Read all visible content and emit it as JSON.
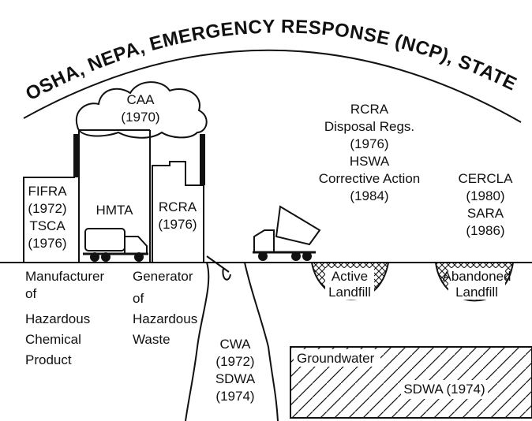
{
  "arc_title": "OSHA, NEPA, EMERGENCY RESPONSE (NCP), STATE PROGRAMS",
  "caa": {
    "line1": "CAA",
    "line2": "(1970)"
  },
  "fifra": {
    "line1": "FIFRA",
    "line2": "(1972)",
    "line3": "TSCA",
    "line4": "(1976)"
  },
  "hmta": "HMTA",
  "rcra_generator": {
    "line1": "RCRA",
    "line2": "(1976)"
  },
  "rcra_disposal": {
    "line1": "RCRA",
    "line2": "Disposal Regs.",
    "line3": "(1976)",
    "line4": "HSWA",
    "line5": "Corrective Action",
    "line6": "(1984)"
  },
  "cercla": {
    "line1": "CERCLA",
    "line2": "(1980)",
    "line3": "SARA",
    "line4": "(1986)"
  },
  "manufacturer": {
    "line1": "Manufacturer",
    "line2": "of",
    "line3": "Hazardous",
    "line4": "Chemical",
    "line5": "Product"
  },
  "generator": {
    "line1": "Generator",
    "line2": "of",
    "line3": "Hazardous",
    "line4": "Waste"
  },
  "active_landfill": {
    "line1": "Active",
    "line2": "Landfill"
  },
  "abandoned_landfill": {
    "line1": "Abandoned",
    "line2": "Landfill"
  },
  "cwa": {
    "line1": "CWA",
    "line2": "(1972)",
    "line3": "SDWA",
    "line4": "(1974)"
  },
  "groundwater": "Groundwater",
  "sdwa_groundwater": "SDWA (1974)"
}
